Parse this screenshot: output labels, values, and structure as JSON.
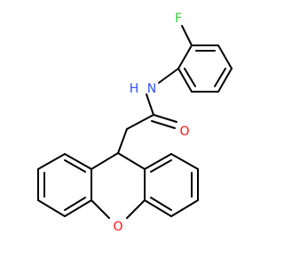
{
  "molecule": {
    "atom_labels": {
      "fluorine": "F",
      "amide_n": "N",
      "amide_h": "H",
      "carbonyl_o": "O",
      "ring_o": "O"
    },
    "colors": {
      "bond": "#000000",
      "fluorine": "#33cc33",
      "nitrogen": "#3050f8",
      "oxygen": "#ff0d0d"
    }
  }
}
